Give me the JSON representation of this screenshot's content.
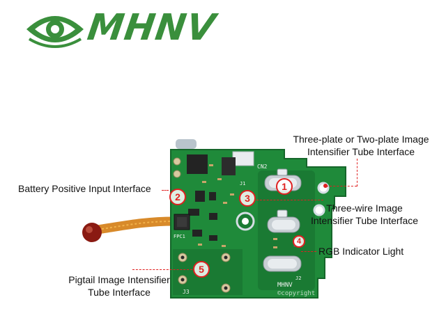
{
  "brand": {
    "name": "MHNV",
    "color": "#3a8f3c",
    "icon": "eye-logo-icon"
  },
  "board": {
    "pcb_color": "#1f8a3a",
    "silkscreen": {
      "brand": "MHNV",
      "watermark": "©copyright",
      "cn2": "CN2",
      "j1": "J1",
      "j2": "J2",
      "j3": "J3",
      "fpc": "FPC1"
    }
  },
  "callouts": [
    {
      "number": "1",
      "label_lines": [
        "Three-plate or Two-plate Image",
        "Intensifier Tube Interface"
      ]
    },
    {
      "number": "2",
      "label_lines": [
        "Battery Positive Input Interface"
      ]
    },
    {
      "number": "3",
      "label_lines": [
        "Three-wire Image",
        "Intensifier Tube Interface"
      ]
    },
    {
      "number": "4",
      "label_lines": [
        "RGB Indicator Light"
      ]
    },
    {
      "number": "5",
      "label_lines": [
        "Pigtail Image Intensifier",
        "Tube Interface"
      ]
    }
  ],
  "annotation_color": "#e02020"
}
